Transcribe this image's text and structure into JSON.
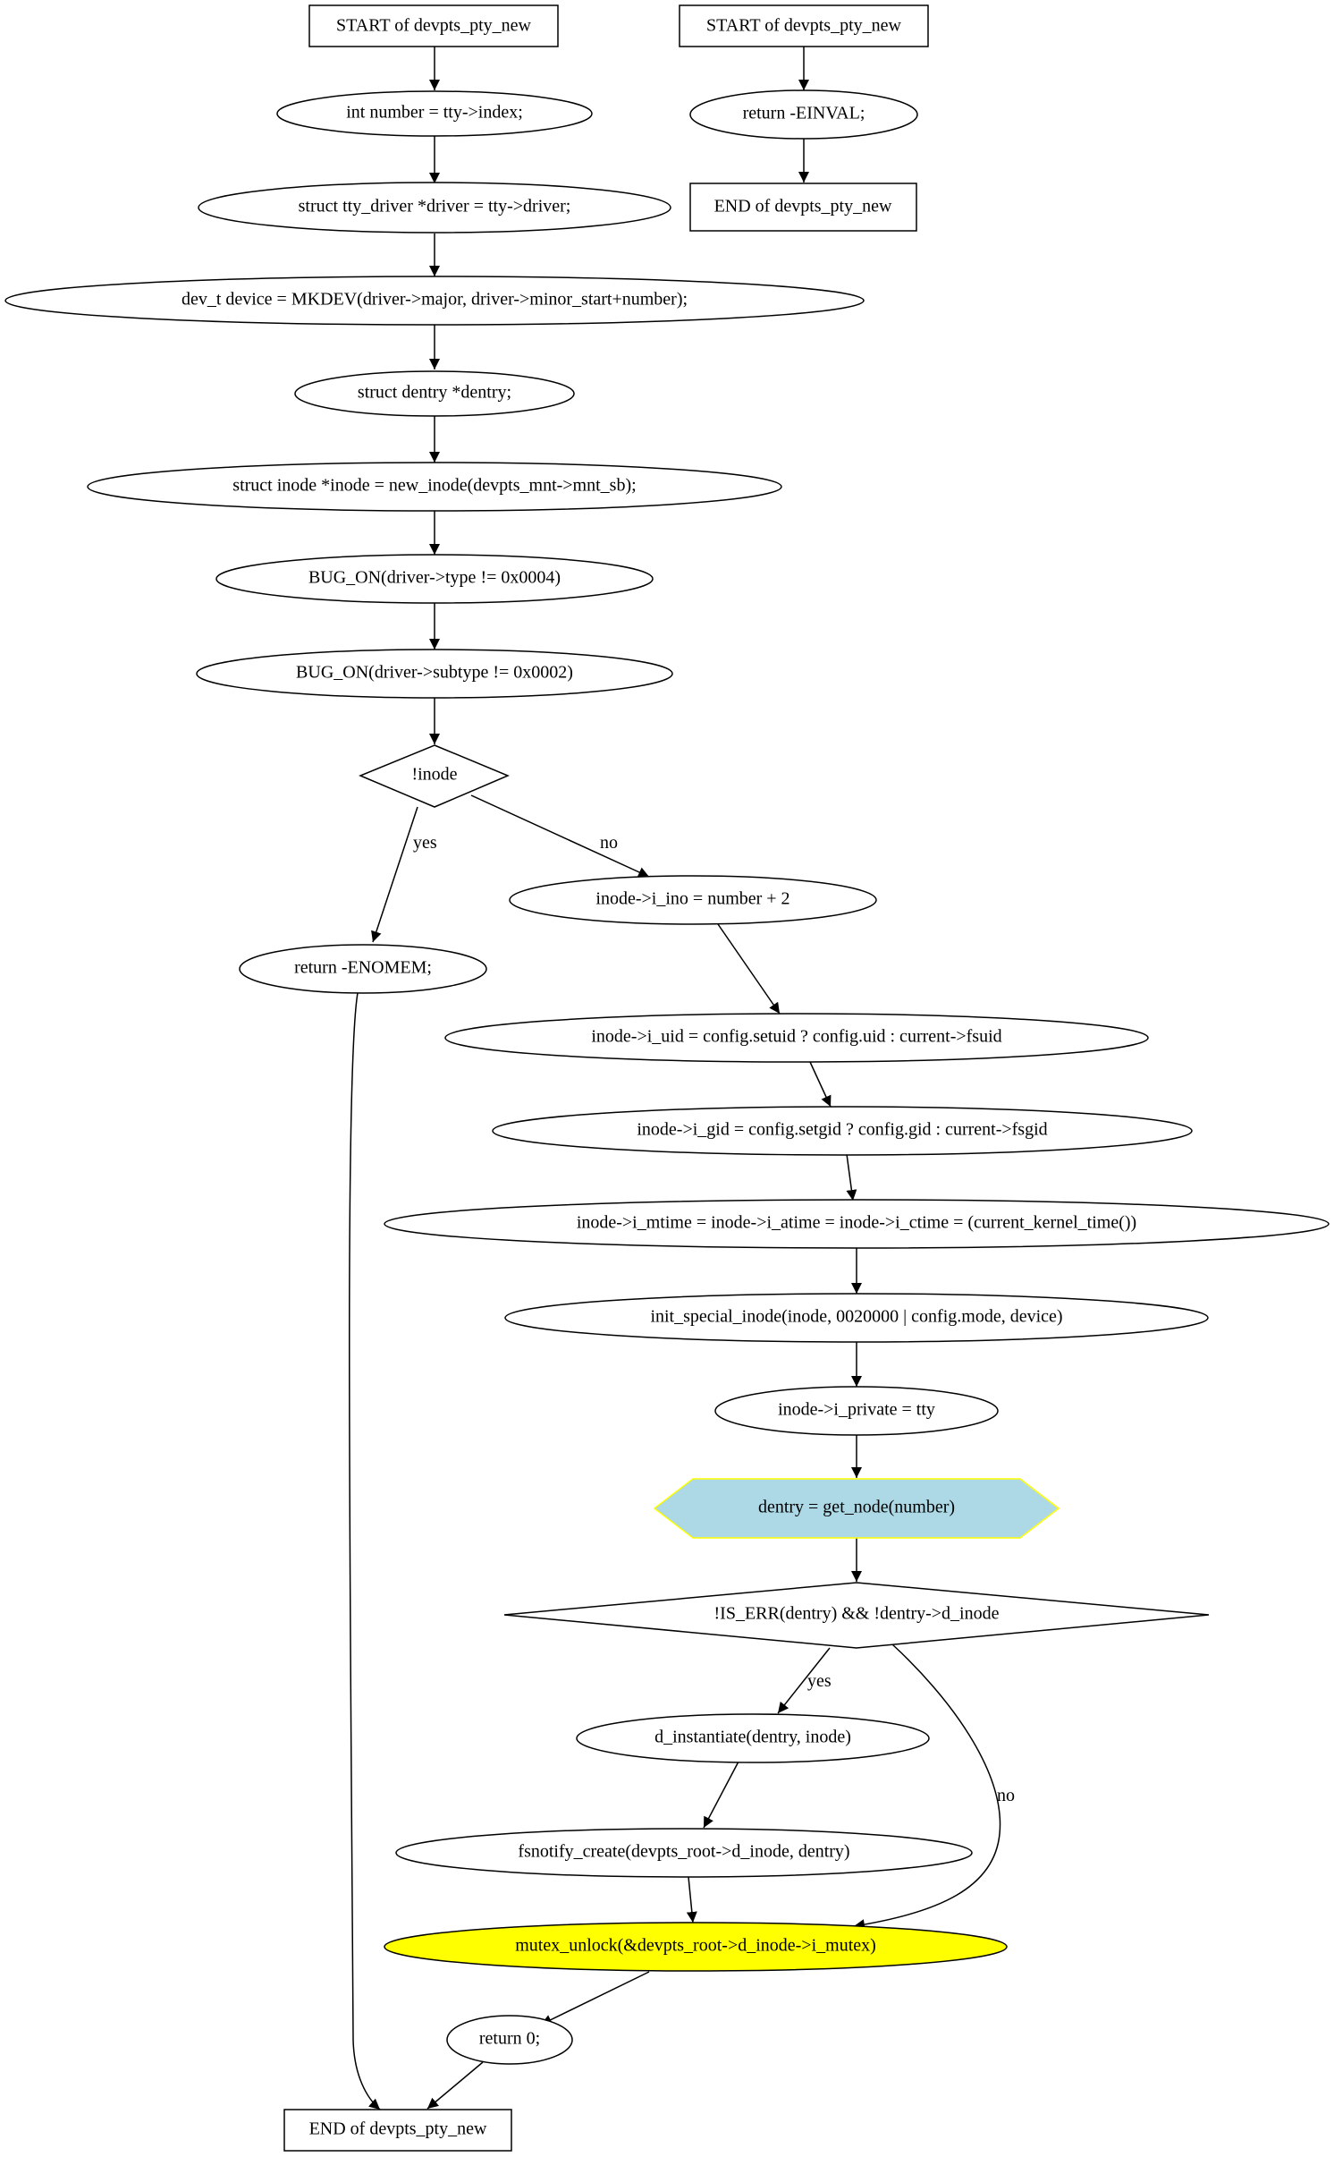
{
  "nodes": {
    "start_main": "START of devpts_pty_new",
    "n_number": "int number = tty->index;",
    "n_driver": "struct tty_driver *driver = tty->driver;",
    "n_device": "dev_t device = MKDEV(driver->major, driver->minor_start+number);",
    "n_dentry_decl": "struct dentry *dentry;",
    "n_inode": "struct inode *inode = new_inode(devpts_mnt->mnt_sb);",
    "n_bug_type": "BUG_ON(driver->type != 0x0004)",
    "n_bug_subtype": "BUG_ON(driver->subtype != 0x0002)",
    "d_inode": "!inode",
    "n_enomem": "return -ENOMEM;",
    "n_ino": "inode->i_ino = number + 2",
    "n_uid": "inode->i_uid = config.setuid ? config.uid : current->fsuid",
    "n_gid": "inode->i_gid = config.setgid ? config.gid : current->fsgid",
    "n_times": "inode->i_mtime = inode->i_atime = inode->i_ctime = (current_kernel_time())",
    "n_init_special": "init_special_inode(inode, 0020000 | config.mode, device)",
    "n_private": "inode->i_private = tty",
    "n_get_node": "dentry = get_node(number)",
    "d_is_err": "!IS_ERR(dentry) && !dentry->d_inode",
    "n_instantiate": "d_instantiate(dentry, inode)",
    "n_fsnotify": "fsnotify_create(devpts_root->d_inode, dentry)",
    "n_mutex_unlock": "mutex_unlock(&devpts_root->d_inode->i_mutex)",
    "n_return0": "return 0;",
    "end_main": "END of devpts_pty_new",
    "start_alt": "START of devpts_pty_new",
    "n_einval": "return -EINVAL;",
    "end_alt": "END of devpts_pty_new"
  },
  "edge_labels": {
    "inode_yes": "yes",
    "inode_no": "no",
    "iserr_yes": "yes",
    "iserr_no": "no"
  },
  "colors": {
    "get_node_fill": "#add8e6",
    "get_node_stroke": "#ffff00",
    "mutex_unlock_fill": "#ffff00"
  }
}
